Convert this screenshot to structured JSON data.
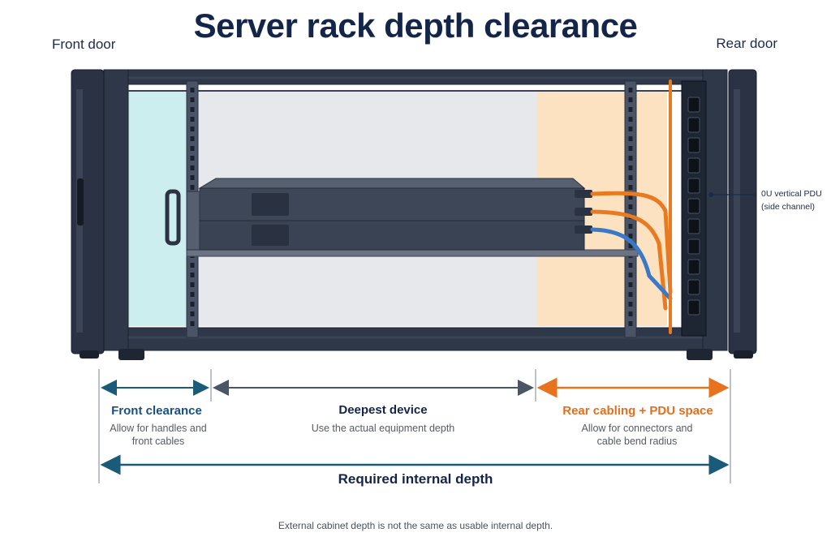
{
  "title": "Server rack depth clearance",
  "doors": {
    "front": "Front door",
    "rear": "Rear door"
  },
  "pdu": {
    "line1": "0U vertical PDU",
    "line2": "(side channel)"
  },
  "segments": {
    "front": {
      "title": "Front clearance",
      "desc1": "Allow for handles and",
      "desc2": "front cables"
    },
    "device": {
      "title": "Deepest device",
      "desc": "Use the actual equipment depth"
    },
    "rear": {
      "title": "Rear cabling + PDU space",
      "desc1": "Allow for connectors and",
      "desc2": "cable bend radius"
    }
  },
  "required": "Required internal depth",
  "footnote": "External cabinet depth is not the same as usable internal depth.",
  "colors": {
    "front_zone": "#cdeeee",
    "device_zone": "#e6e8ec",
    "rear_zone": "#fde2c2",
    "frame": "#3a4456",
    "front_arrow": "#1b5b7a",
    "device_arrow": "#4a5566",
    "rear_arrow": "#e8731f",
    "required_arrow": "#1b5b7a",
    "orange_cable": "#e87a22",
    "blue_cable": "#3a78c8"
  }
}
